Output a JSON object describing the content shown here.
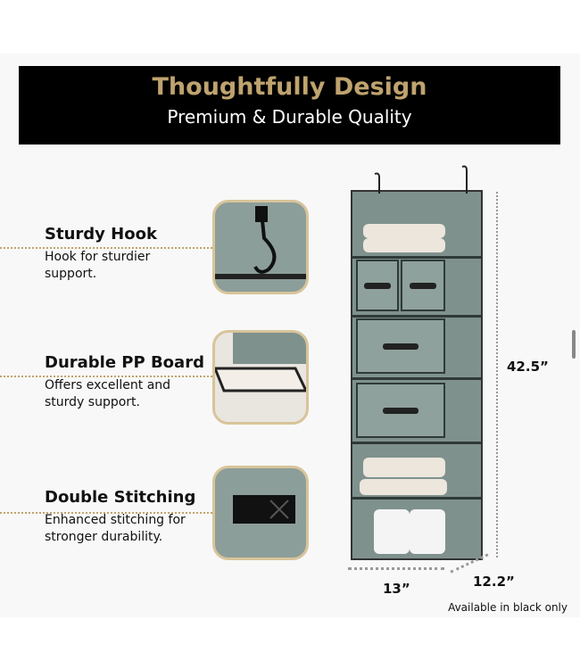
{
  "banner": {
    "title": "Thoughtfully Design",
    "subtitle": "Premium & Durable Quality"
  },
  "features": [
    {
      "heading": "Sturdy Hook",
      "description": "Hook for sturdier support.",
      "icon": "hook-closeup"
    },
    {
      "heading": "Durable PP Board",
      "description": "Offers excellent and sturdy support.",
      "icon": "board-closeup"
    },
    {
      "heading": "Double Stitching",
      "description": "Enhanced stitching for stronger durability.",
      "icon": "stitching-closeup"
    }
  ],
  "dimensions": {
    "height": "42.5”",
    "width": "13”",
    "depth": "12.2”"
  },
  "note": "Available in black only",
  "colors": {
    "accent_gold": "#bfa36e",
    "banner_bg": "#000000",
    "product_gray": "#7f918d"
  }
}
